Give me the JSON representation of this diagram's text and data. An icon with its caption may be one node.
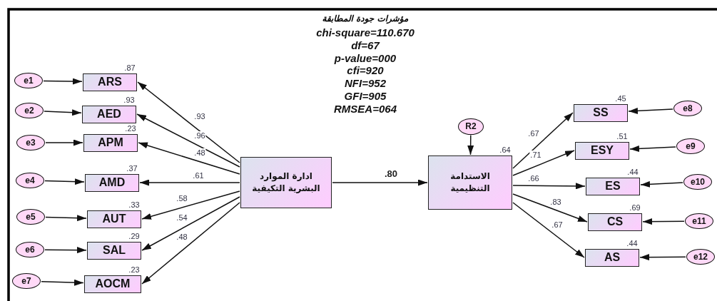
{
  "diagram": {
    "title": "مؤشرات جودة المطابقة",
    "nodes": [
      {
        "text": [
          "e1"
        ]
      },
      {
        "text": [
          "e2"
        ]
      },
      {
        "text": [
          "e3"
        ]
      },
      {
        "text": [
          "e4"
        ]
      },
      {
        "text": [
          "e5"
        ]
      },
      {
        "text": [
          "e6"
        ]
      },
      {
        "text": [
          "e7"
        ]
      },
      {
        "text": [
          "ARS"
        ],
        "beside": [
          ".87"
        ]
      },
      {
        "text": [
          "AED"
        ],
        "beside": [
          ".93"
        ]
      },
      {
        "text": [
          "APM"
        ],
        "beside": [
          ".23"
        ]
      },
      {
        "text": [
          "AMD"
        ],
        "beside": [
          ".37"
        ]
      },
      {
        "text": [
          "AUT"
        ],
        "beside": [
          ".33"
        ]
      },
      {
        "text": [
          "SAL"
        ],
        "beside": [
          ".29"
        ]
      },
      {
        "text": [
          "AOCM"
        ],
        "beside": [
          ".23"
        ]
      },
      {
        "text": [
          "ادارة الموارد البشرية التكيفية"
        ]
      },
      {
        "text": [
          "R2"
        ]
      },
      {
        "text": [
          "الاستدامة التنظيمية"
        ],
        "beside": [
          ".64"
        ]
      },
      {
        "text": [
          "SS"
        ],
        "beside": [
          ".45"
        ]
      },
      {
        "text": [
          "ESY"
        ],
        "beside": [
          ".51"
        ]
      },
      {
        "text": [
          "ES"
        ],
        "beside": [
          ".44"
        ]
      },
      {
        "text": [
          "CS"
        ],
        "beside": [
          ".69"
        ]
      },
      {
        "text": [
          "AS"
        ],
        "beside": [
          ".44"
        ]
      },
      {
        "text": [
          "e8"
        ]
      },
      {
        "text": [
          "e9"
        ]
      },
      {
        "text": [
          "e10"
        ]
      },
      {
        "text": [
          "e11"
        ]
      },
      {
        "text": [
          "e12"
        ]
      }
    ],
    "edges": [
      {
        "from": 0,
        "to": 7,
        "arrow": "to"
      },
      {
        "from": 1,
        "to": 8,
        "arrow": "to"
      },
      {
        "from": 2,
        "to": 9,
        "arrow": "to"
      },
      {
        "from": 3,
        "to": 10,
        "arrow": "to"
      },
      {
        "from": 4,
        "to": 11,
        "arrow": "to"
      },
      {
        "from": 5,
        "to": 12,
        "arrow": "to"
      },
      {
        "from": 6,
        "to": 13,
        "arrow": "to"
      },
      {
        "from": 14,
        "to": 7,
        "arrow": "to",
        "label": ".93"
      },
      {
        "from": 14,
        "to": 8,
        "arrow": "to",
        "label": ".96"
      },
      {
        "from": 14,
        "to": 9,
        "arrow": "to",
        "label": ".48"
      },
      {
        "from": 14,
        "to": 10,
        "arrow": "to",
        "label": ".61"
      },
      {
        "from": 14,
        "to": 11,
        "arrow": "to",
        "label": ".58"
      },
      {
        "from": 14,
        "to": 12,
        "arrow": "to",
        "label": ".54"
      },
      {
        "from": 14,
        "to": 13,
        "arrow": "to",
        "label": ".48"
      },
      {
        "from": 14,
        "to": 16,
        "arrow": "to",
        "label": ".80"
      },
      {
        "from": 15,
        "to": 16,
        "arrow": "to"
      },
      {
        "from": 16,
        "to": 17,
        "arrow": "to",
        "label": ".67"
      },
      {
        "from": 16,
        "to": 18,
        "arrow": "to",
        "label": ".71"
      },
      {
        "from": 16,
        "to": 19,
        "arrow": "to",
        "label": ".66"
      },
      {
        "from": 16,
        "to": 20,
        "arrow": "to",
        "label": ".83"
      },
      {
        "from": 16,
        "to": 21,
        "arrow": "to",
        "label": ".67"
      },
      {
        "from": 22,
        "to": 17,
        "arrow": "to"
      },
      {
        "from": 23,
        "to": 18,
        "arrow": "to"
      },
      {
        "from": 24,
        "to": 19,
        "arrow": "to"
      },
      {
        "from": 25,
        "to": 20,
        "arrow": "to"
      },
      {
        "from": 26,
        "to": 21,
        "arrow": "to"
      }
    ],
    "labels": [
      "chi-square=110.670",
      "df=67",
      "p-value=000",
      "cfi=920",
      "NFI=952",
      "GFI=905",
      "RMSEA=064"
    ]
  }
}
